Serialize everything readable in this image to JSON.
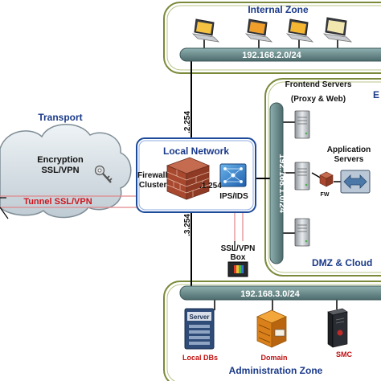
{
  "zones": {
    "internal": {
      "title": "Internal Zone",
      "subnet": "192.168.2.0/24"
    },
    "dmz": {
      "title": "DMZ & Cloud",
      "subnet": "192.168.1.0/24",
      "edge_letter": "E"
    },
    "admin": {
      "title": "Administration Zone",
      "subnet": "192.168.3.0/24"
    },
    "transport": {
      "title": "Transport",
      "cloud_line1": "Encryption",
      "cloud_line2": "SSL/VPN",
      "tunnel": "Tunnel SSL/VPN"
    },
    "local_network": {
      "title": "Local Network"
    }
  },
  "labels": {
    "firewall_line1": "Firewall",
    "firewall_line2": "Cluster",
    "ips_ids": "IPS/IDS",
    "ip_local": ".1.254",
    "ip_upper": ".2.254",
    "ip_lower": ".3.254",
    "ssl_box_line1": "SSL/VPN",
    "ssl_box_line2": "Box",
    "frontend_line1": "Frontend Servers",
    "frontend_line2": "(Proxy & Web)",
    "app_line1": "Application",
    "app_line2": "Servers",
    "fw": "FW",
    "server_badge": "Server",
    "local_dbs": "Local DBs",
    "domain": "Domain",
    "smc": "SMC"
  },
  "colors": {
    "zone_border": "#7a8a3a",
    "bus": "#5f7f80",
    "tunnel": "#d0141c",
    "title_blue": "#1a3a8a"
  }
}
